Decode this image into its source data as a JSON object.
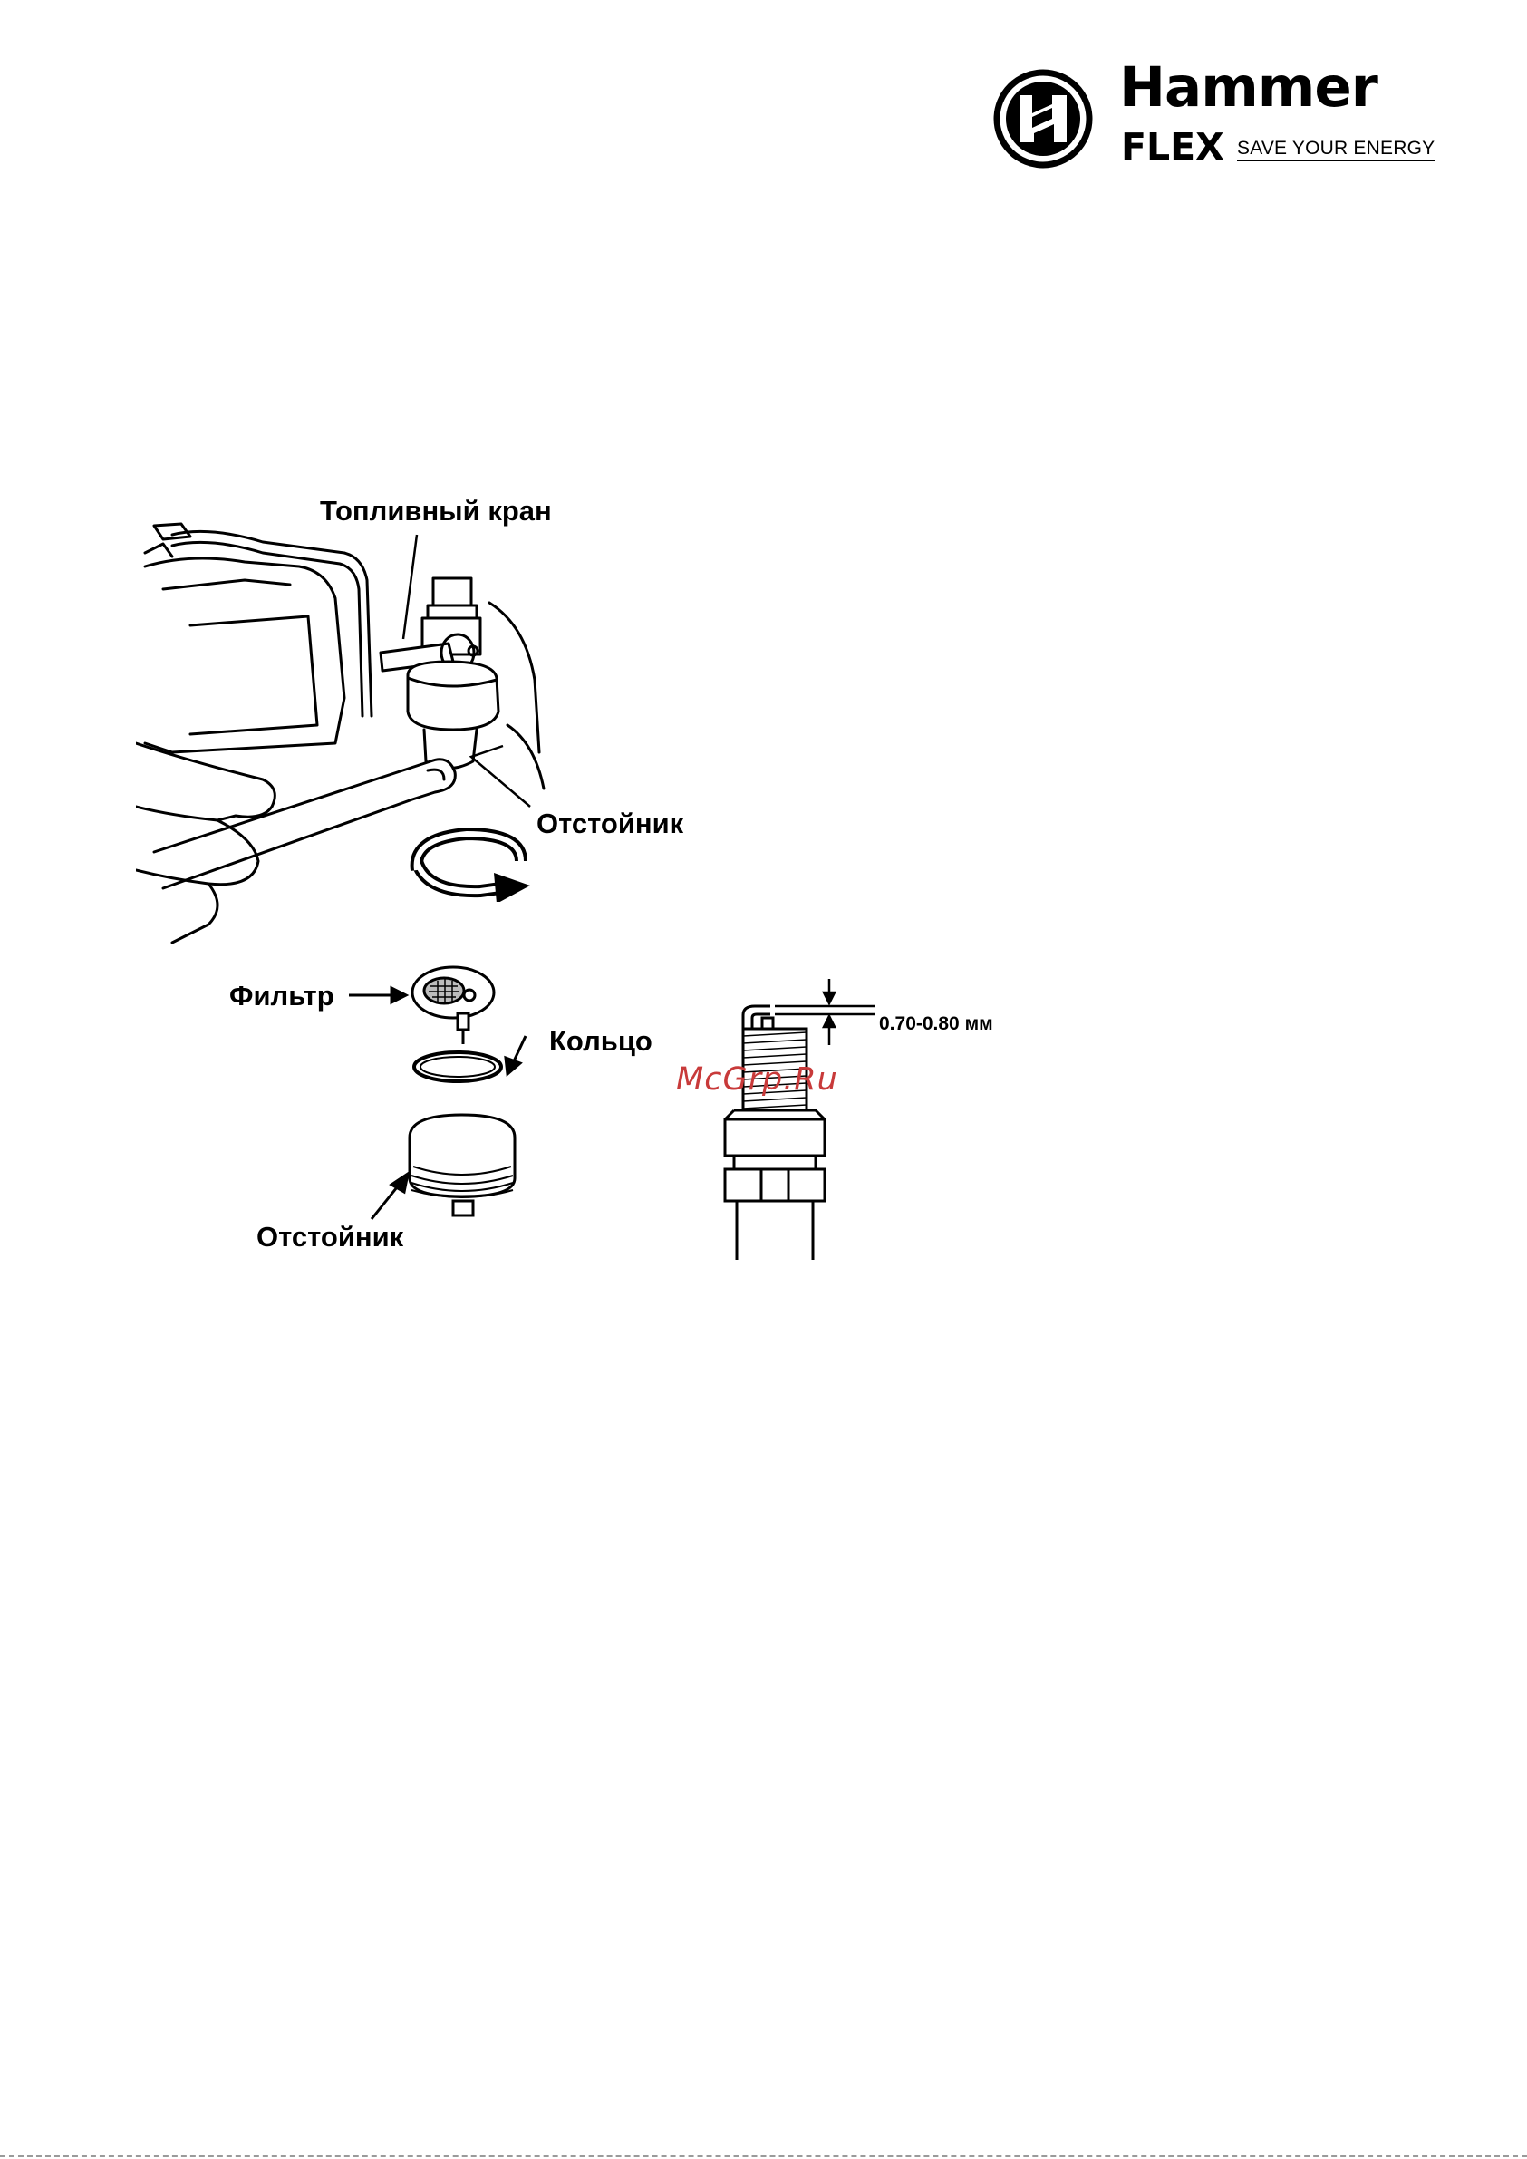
{
  "logo": {
    "brand_main": "Hammer",
    "brand_sub": "FLEX",
    "slogan": "SAVE YOUR ENERGY"
  },
  "figure_top": {
    "label_fuel_valve": "Топливный кран",
    "label_sediment_cup": "Отстойник"
  },
  "figure_parts": {
    "label_filter": "Фильтр",
    "label_ring": "Кольцо",
    "label_sediment_cup": "Отстойник"
  },
  "figure_spark_plug": {
    "gap_label": "0.70-0.80 мм"
  },
  "watermark": "McGrp.Ru"
}
